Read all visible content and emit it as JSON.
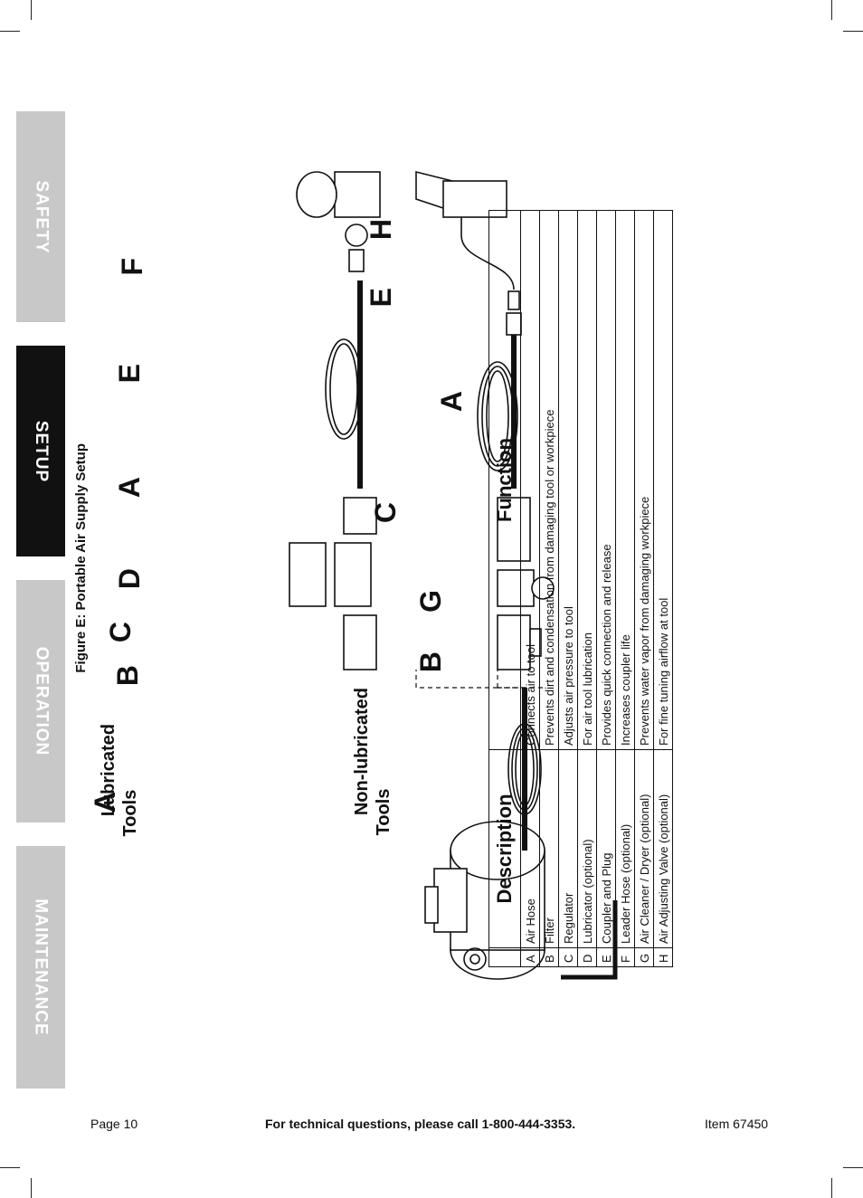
{
  "side_tabs": [
    {
      "label": "SAFETY",
      "active": false
    },
    {
      "label": "SETUP",
      "active": true
    },
    {
      "label": "OPERATION",
      "active": false
    },
    {
      "label": "MAINTENANCE",
      "active": false
    }
  ],
  "figure": {
    "caption": "Figure E:  Portable Air Supply Setup",
    "group_lubricated": "Lubricated\nTools",
    "group_non_lubricated": "Non-lubricated\nTools",
    "callouts": [
      "A",
      "B",
      "C",
      "D",
      "A",
      "E",
      "F",
      "B",
      "G",
      "C",
      "A",
      "E",
      "H"
    ]
  },
  "table": {
    "headers": [
      "",
      "Description",
      "Function"
    ],
    "rows": [
      [
        "A",
        "Air Hose",
        "Connects air to tool"
      ],
      [
        "B",
        "Filter",
        "Prevents dirt and condensation from damaging tool or workpiece"
      ],
      [
        "C",
        "Regulator",
        "Adjusts air pressure to tool"
      ],
      [
        "D",
        "Lubricator (optional)",
        "For air tool lubrication"
      ],
      [
        "E",
        "Coupler and Plug",
        "Provides quick connection and release"
      ],
      [
        "F",
        "Leader Hose (optional)",
        "Increases coupler life"
      ],
      [
        "G",
        "Air Cleaner / Dryer (optional)",
        "Prevents water vapor from damaging workpiece"
      ],
      [
        "H",
        "Air Adjusting Valve (optional)",
        "For fine tuning airflow at tool"
      ]
    ]
  },
  "footer": {
    "page": "Page 10",
    "tech": "For technical questions, please call 1-800-444-3353.",
    "item": "Item 67450"
  }
}
